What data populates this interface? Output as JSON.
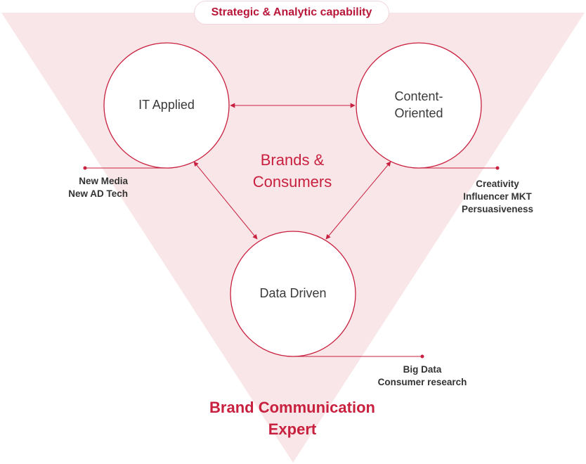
{
  "header": {
    "pill_label": "Strategic & Analytic capability"
  },
  "nodes": {
    "it_applied": {
      "label": "IT Applied"
    },
    "content_oriented": {
      "label_lines": [
        "Content-",
        "Oriented"
      ]
    },
    "data_driven": {
      "label": "Data Driven"
    }
  },
  "center": {
    "title_lines": [
      "Brands &",
      "Consumers"
    ]
  },
  "annotations": {
    "left": [
      "New Media",
      "New AD Tech"
    ],
    "right": [
      "Creativity",
      "Influencer MKT",
      "Persuasiveness"
    ],
    "bottom": [
      "Big Data",
      "Consumer research"
    ]
  },
  "footer": {
    "title_lines": [
      "Brand Communication",
      "Expert"
    ]
  },
  "colors": {
    "accent": "#c8203f",
    "triangle_fill": "#f9e6e8",
    "circle_stroke": "#c8203f",
    "text": "#333333"
  }
}
